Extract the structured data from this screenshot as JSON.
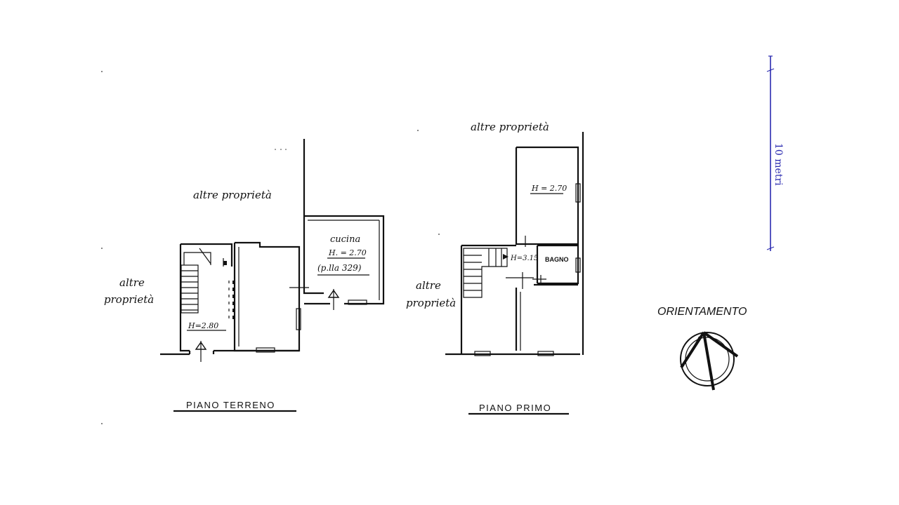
{
  "ground_floor": {
    "other_property_top": "altre proprietà",
    "other_property_left_1": "altre",
    "other_property_left_2": "proprietà",
    "kitchen_label": "cucina",
    "kitchen_height": "H. = 2.70",
    "kitchen_parcel": "(p.lla 329)",
    "room_height": "H=2.80",
    "title": "PIANO TERRENO"
  },
  "first_floor": {
    "other_property_top": "altre proprietà",
    "other_property_left_1": "altre",
    "other_property_left_2": "proprietà",
    "room_height_top": "H = 2.70",
    "room_height_landing": "H=3.15",
    "bathroom_label": "BAGNO",
    "title": "PIANO PRIMO"
  },
  "orientation": {
    "label": "ORIENTAMENTO",
    "icon": "north-arrow-compass-icon"
  },
  "scale_bar": {
    "label": "10 metri",
    "color": "#2b2bb0"
  },
  "colors": {
    "ink": "#111111",
    "scale": "#2b2bb0"
  }
}
